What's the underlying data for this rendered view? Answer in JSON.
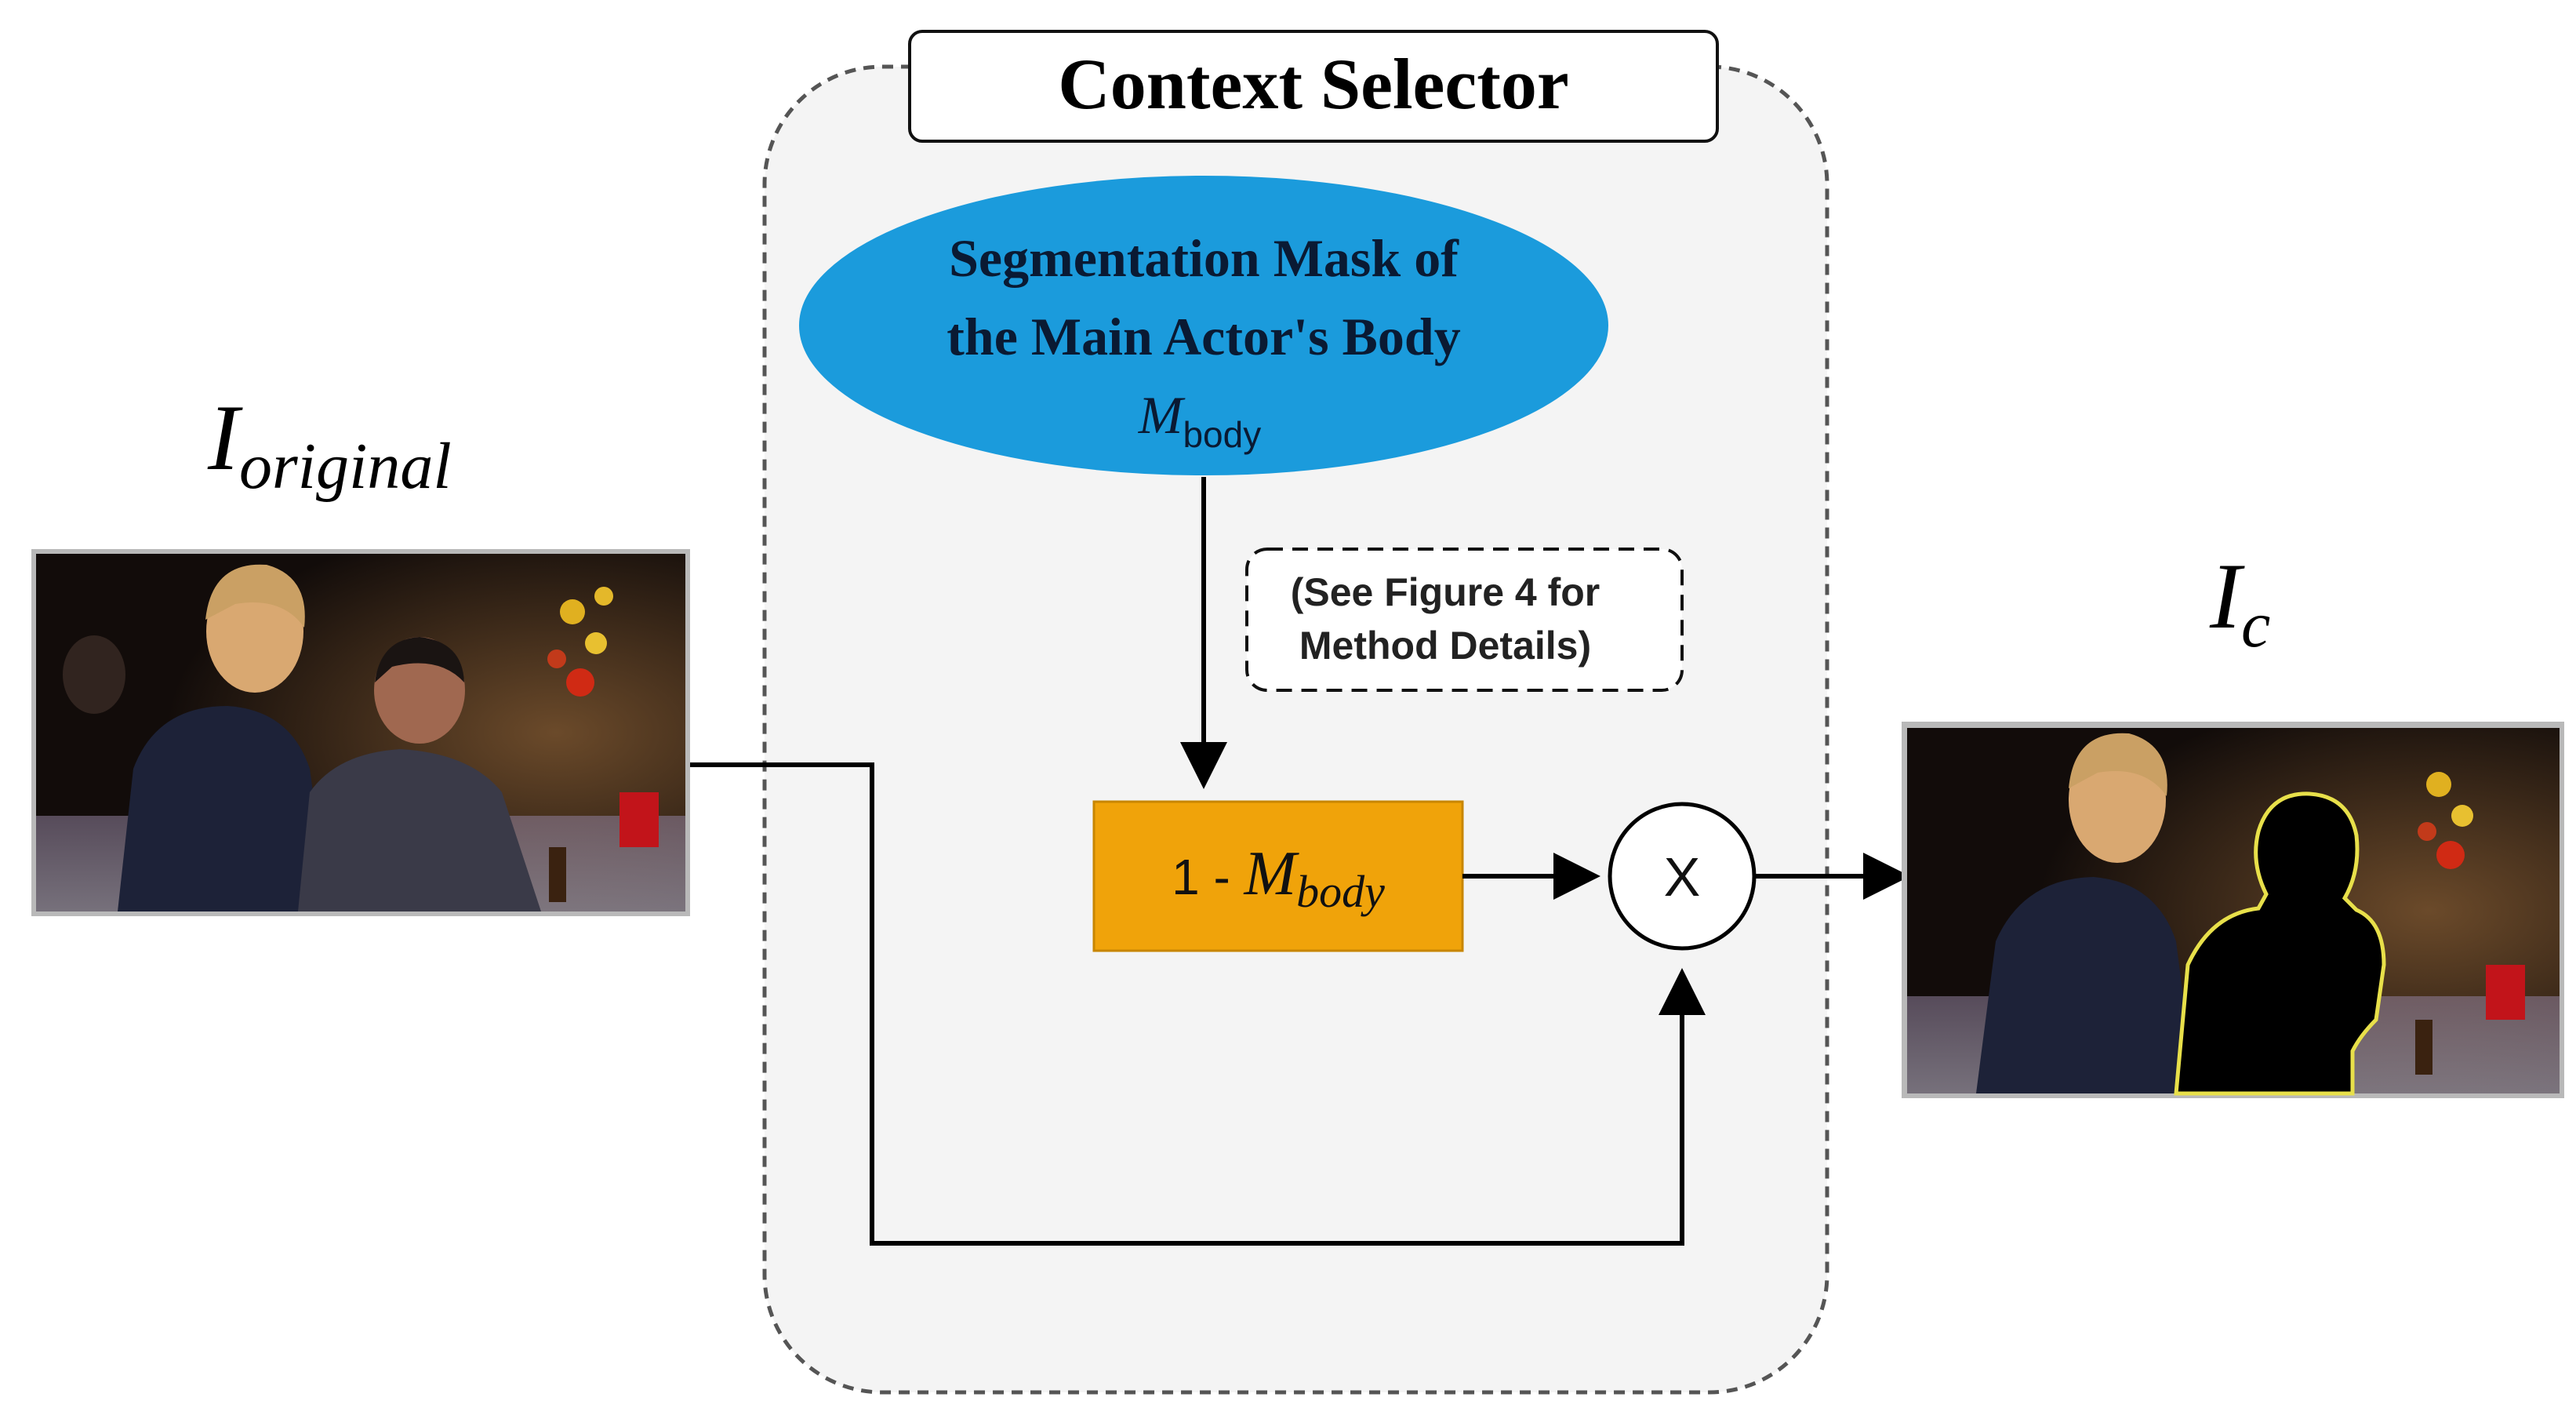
{
  "diagram": {
    "title": "Context Selector",
    "mask_node": {
      "line1": "Segmentation Mask of",
      "line2": "the Main Actor's Body",
      "symbol": "M",
      "subscript": "body",
      "fill": "#1b9bdc"
    },
    "note": {
      "line1": "(See Figure 4 for",
      "line2": "Method Details)"
    },
    "inverse_node": {
      "prefix": "1 - ",
      "symbol": "M",
      "subscript": "body",
      "fill": "#f0a30a"
    },
    "multiply_node": {
      "symbol": "X"
    },
    "input_image": {
      "symbol": "I",
      "subscript": "original",
      "icon": "photo-dinner-scene"
    },
    "output_image": {
      "symbol": "I",
      "subscript": "c",
      "icon": "photo-masked-scene",
      "outline_color": "#e8e04a"
    },
    "colors": {
      "container_fill": "#f4f4f4",
      "container_border": "#555555",
      "line": "#000000"
    }
  }
}
